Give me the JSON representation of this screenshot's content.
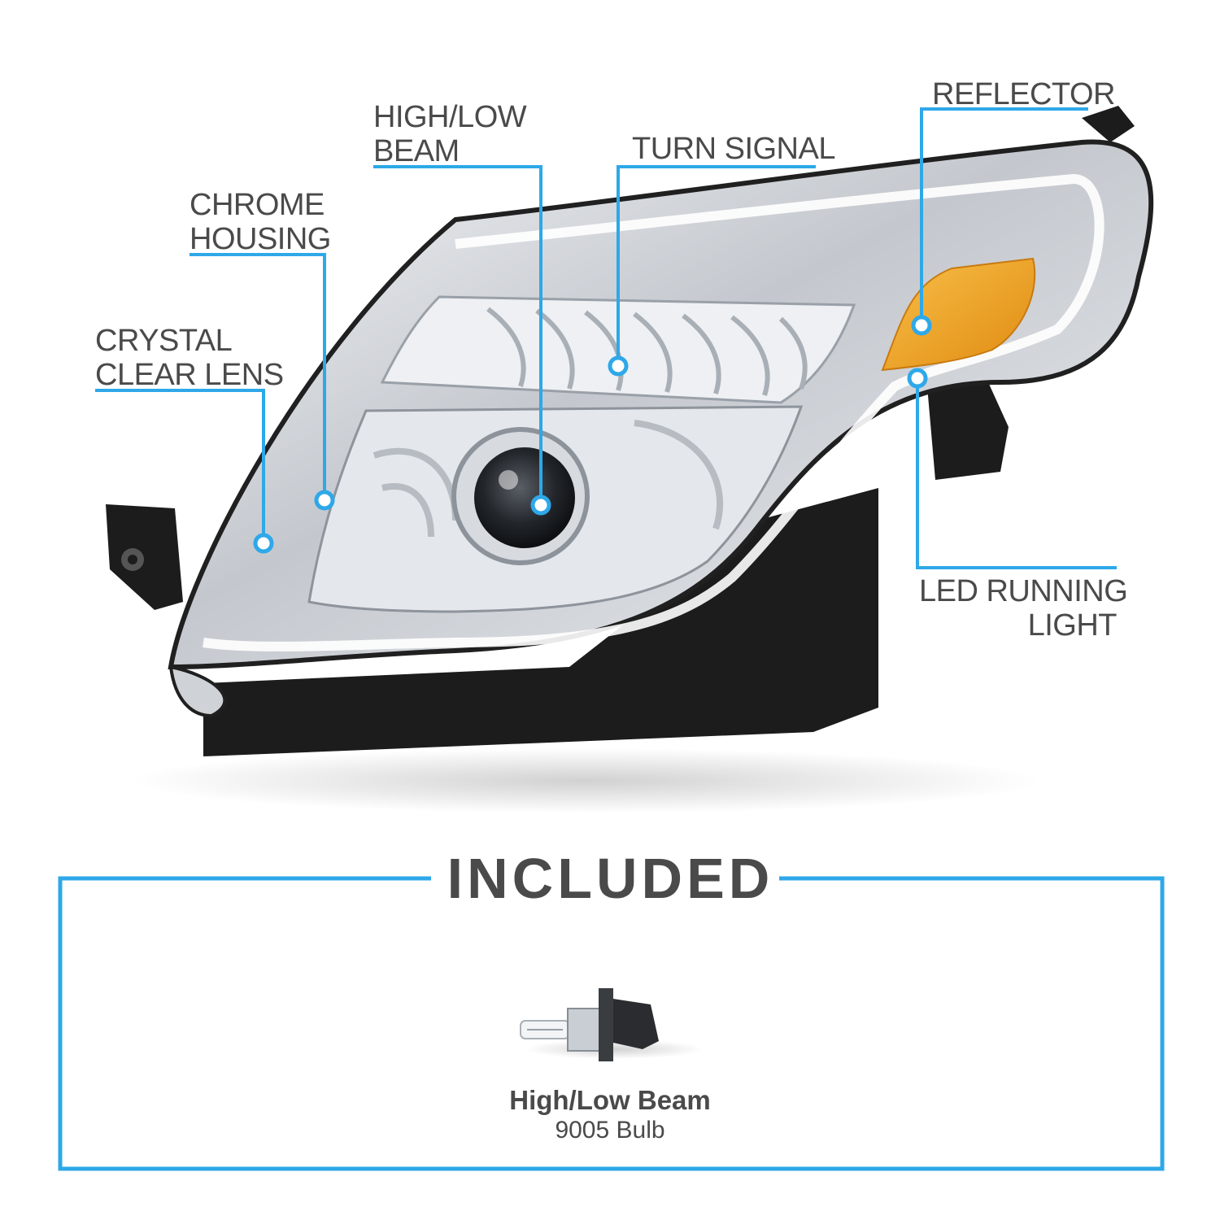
{
  "colors": {
    "accent": "#2ea8e8",
    "text": "#4a4a4a",
    "amber": "#f0a020",
    "chrome": "#cfd3d8",
    "housing": "#1c1c1c"
  },
  "callouts": {
    "crystal_lens": {
      "line1": "CRYSTAL",
      "line2": "CLEAR LENS"
    },
    "chrome_housing": {
      "line1": "CHROME",
      "line2": "HOUSING"
    },
    "beam": {
      "line1": "HIGH/LOW",
      "line2": "BEAM"
    },
    "turn_signal": {
      "line1": "TURN SIGNAL"
    },
    "reflector": {
      "line1": "REFLECTOR"
    },
    "led": {
      "line1": "LED RUNNING",
      "line2": "LIGHT"
    }
  },
  "included": {
    "title": "INCLUDED",
    "item_title": "High/Low Beam",
    "item_subtitle": "9005 Bulb"
  }
}
